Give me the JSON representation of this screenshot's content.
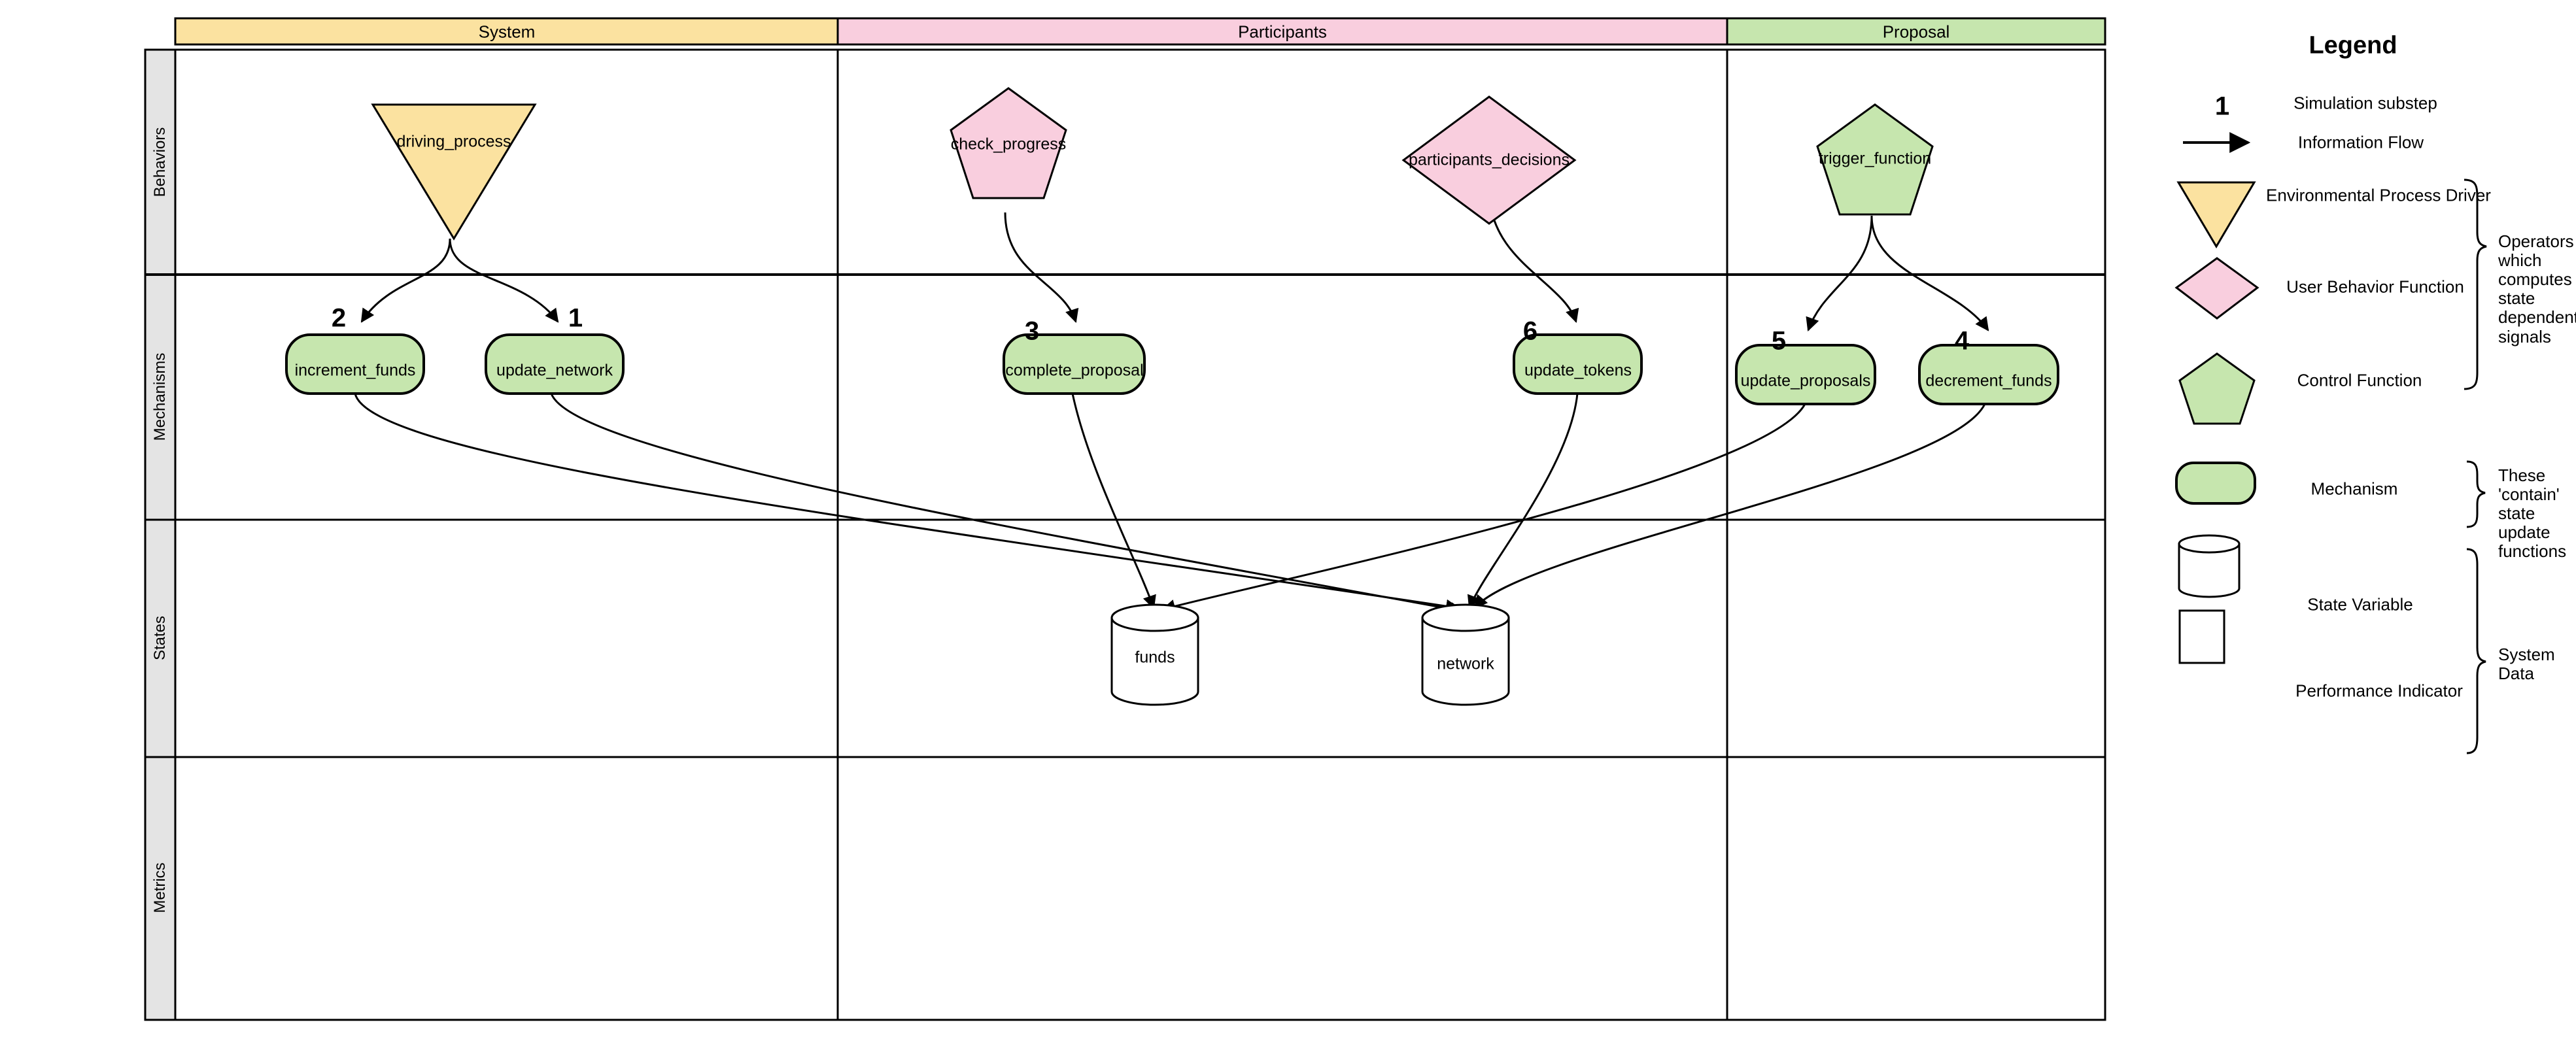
{
  "columns": [
    {
      "name": "system",
      "label": "System",
      "color": "#fbe2a0"
    },
    {
      "name": "participants",
      "label": "Participants",
      "color": "#f9cede"
    },
    {
      "name": "proposal",
      "label": "Proposal",
      "color": "#c6e6ae"
    }
  ],
  "rows": [
    {
      "name": "behaviors",
      "label": "Behaviors"
    },
    {
      "name": "mechanisms",
      "label": "Mechanisms"
    },
    {
      "name": "states",
      "label": "States"
    },
    {
      "name": "metrics",
      "label": "Metrics"
    }
  ],
  "behaviors": [
    {
      "id": "driving_process",
      "label": "driving_process",
      "shape": "inverted-triangle",
      "fill": "#fbe2a0",
      "column": "system"
    },
    {
      "id": "check_progress",
      "label": "check_progress",
      "shape": "pentagon",
      "fill": "#f9cede",
      "column": "participants"
    },
    {
      "id": "participants_decisions",
      "label": "participants_decisions",
      "shape": "diamond",
      "fill": "#f9cede",
      "column": "participants"
    },
    {
      "id": "trigger_function",
      "label": "trigger_function",
      "shape": "pentagon",
      "fill": "#c6e6ae",
      "column": "proposal"
    }
  ],
  "mechanisms": [
    {
      "id": "increment_funds",
      "label": "increment_funds",
      "substep": "2",
      "fill": "#c6e6ae",
      "column": "system"
    },
    {
      "id": "update_network",
      "label": "update_network",
      "substep": "1",
      "fill": "#c6e6ae",
      "column": "system"
    },
    {
      "id": "complete_proposal",
      "label": "complete_proposal",
      "substep": "3",
      "fill": "#c6e6ae",
      "column": "participants"
    },
    {
      "id": "update_tokens",
      "label": "update_tokens",
      "substep": "6",
      "fill": "#c6e6ae",
      "column": "participants"
    },
    {
      "id": "update_proposals",
      "label": "update_proposals",
      "substep": "5",
      "fill": "#c6e6ae",
      "column": "proposal"
    },
    {
      "id": "decrement_funds",
      "label": "decrement_funds",
      "substep": "4",
      "fill": "#c6e6ae",
      "column": "proposal"
    }
  ],
  "states": [
    {
      "id": "funds",
      "label": "funds",
      "shape": "cylinder",
      "fill": "#ffffff",
      "column": "participants"
    },
    {
      "id": "network",
      "label": "network",
      "shape": "cylinder",
      "fill": "#ffffff",
      "column": "participants"
    }
  ],
  "metrics": [],
  "legend": {
    "title": "Legend",
    "items": [
      {
        "id": "simulation-substep",
        "glyph": "number",
        "sample": "1",
        "label": "Simulation substep"
      },
      {
        "id": "information-flow",
        "glyph": "arrow",
        "sample": "",
        "label": "Information Flow"
      },
      {
        "id": "environmental-process-driver",
        "glyph": "inverted-triangle",
        "sample": "",
        "label": "Environmental Process Driver",
        "fill": "#fbe2a0"
      },
      {
        "id": "user-behavior-function",
        "glyph": "diamond",
        "sample": "",
        "label": "User Behavior Function",
        "fill": "#f9cede"
      },
      {
        "id": "control-function",
        "glyph": "pentagon",
        "sample": "",
        "label": "Control Function",
        "fill": "#c6e6ae"
      },
      {
        "id": "mechanism",
        "glyph": "rounded-rect",
        "sample": "",
        "label": "Mechanism",
        "fill": "#c6e6ae"
      },
      {
        "id": "state-variable",
        "glyph": "cylinder",
        "sample": "",
        "label": "State Variable",
        "fill": "#ffffff"
      },
      {
        "id": "performance-indicator",
        "glyph": "rect",
        "sample": "",
        "label": "Performance Indicator",
        "fill": "#ffffff"
      }
    ],
    "braces": [
      {
        "id": "operators-brace",
        "note": "Operators\nwhich\ncomputes\nstate\ndependent\nsignals"
      },
      {
        "id": "mechanism-brace",
        "note": "These\n'contain'\nstate\nupdate\nfunctions"
      },
      {
        "id": "system-data-brace",
        "note": "System\nData"
      }
    ]
  }
}
